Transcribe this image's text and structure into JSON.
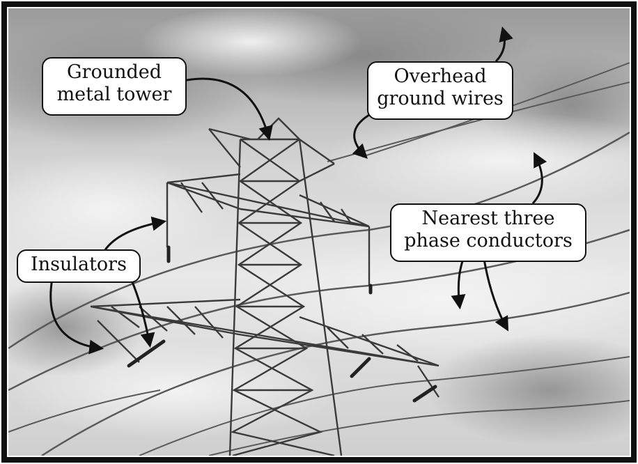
{
  "figure": {
    "labels": {
      "tower": {
        "lines": [
          "Grounded",
          "metal tower"
        ]
      },
      "ground_wires": {
        "lines": [
          "Overhead",
          "ground wires"
        ]
      },
      "conductors": {
        "lines": [
          "Nearest three",
          "phase conductors"
        ]
      },
      "insulators": {
        "lines": [
          "Insulators"
        ]
      }
    },
    "colors": {
      "frame": "#111111",
      "sky_light": "#e6e6e6",
      "sky_dark": "#8c8c8c",
      "steel": "#3a3a3a",
      "wire": "#555555",
      "callout_bg": "#ffffff"
    }
  }
}
